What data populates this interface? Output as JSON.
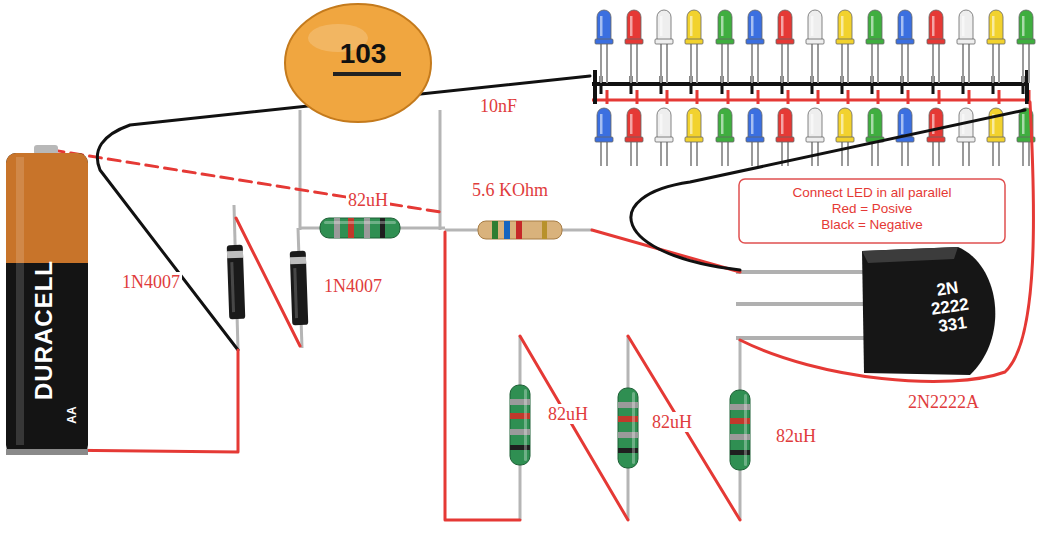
{
  "diagram": {
    "nodes": [
      {
        "text": [
          "DURACELL",
          "AA"
        ]
      },
      {
        "text": [
          "103"
        ]
      },
      {
        "text": [
          "Connect LED in all parallel",
          "Red = Posive",
          "Black = Negative"
        ]
      },
      {
        "text": [
          "2N 2222 331"
        ]
      }
    ],
    "labels": [
      "10nF",
      "82uH",
      "5.6 KOhm",
      "1N4007",
      "1N4007",
      "82uH",
      "82uH",
      "82uH",
      "2N2222A"
    ]
  }
}
